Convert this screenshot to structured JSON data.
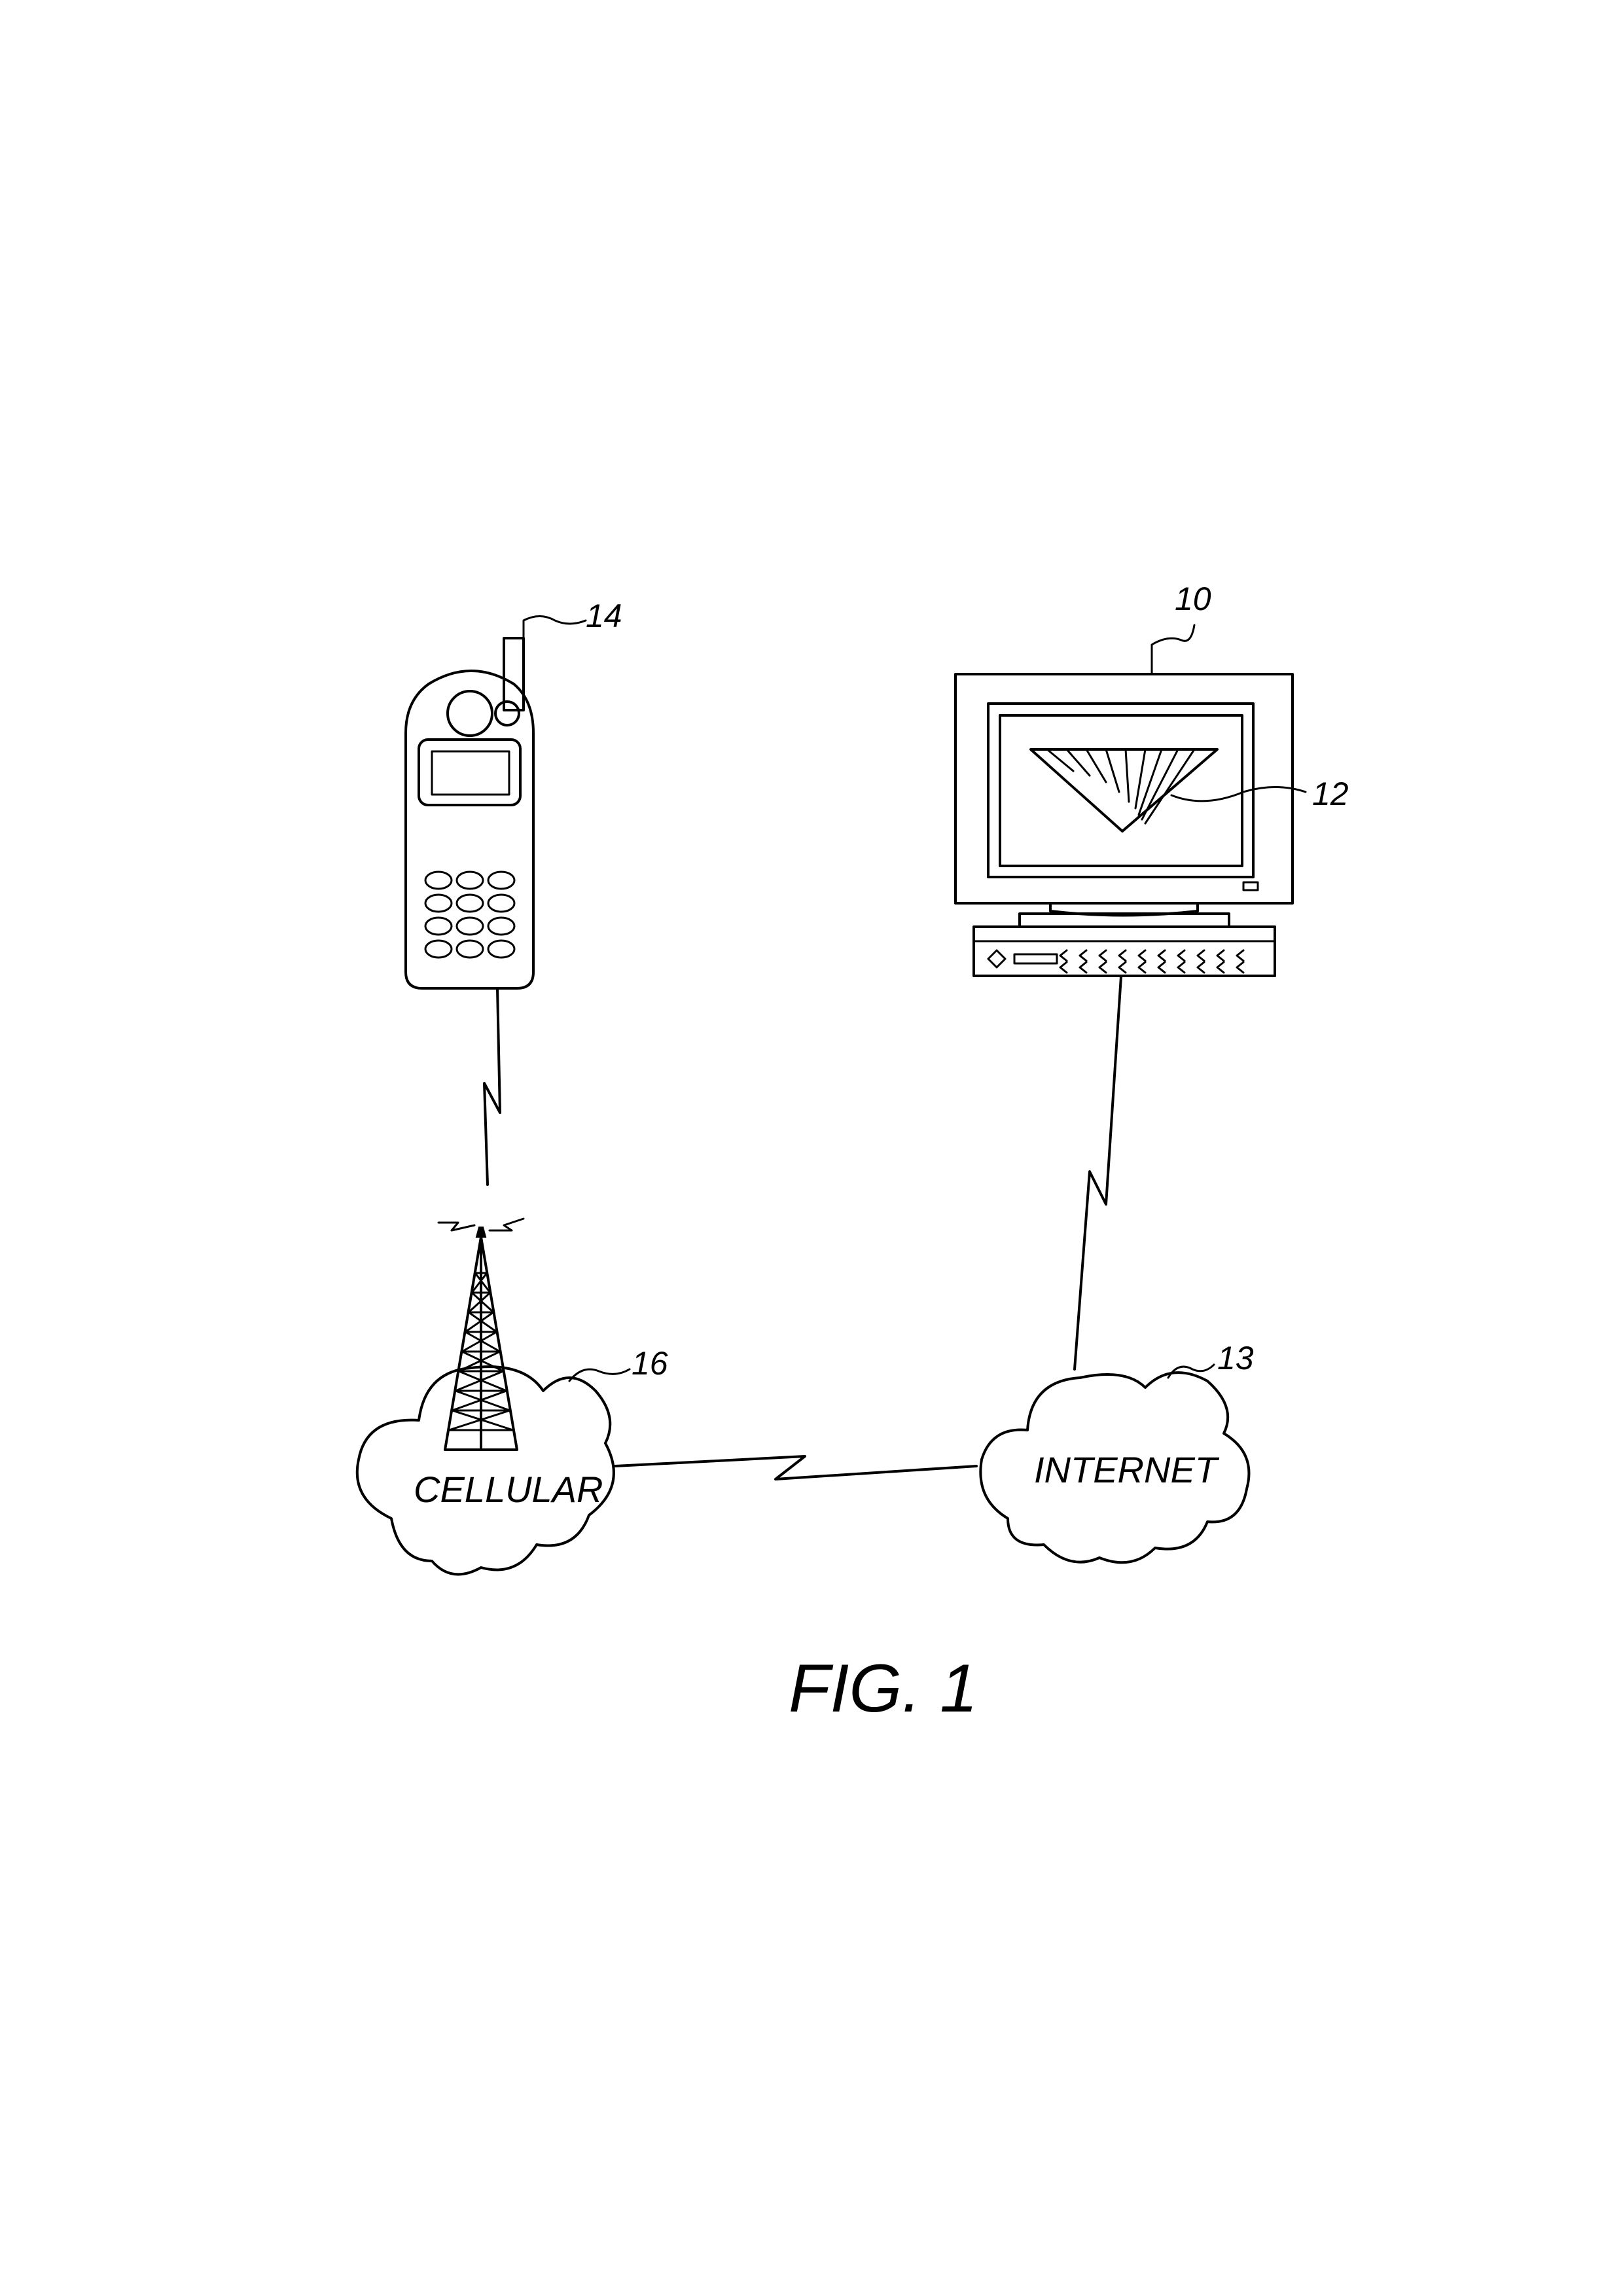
{
  "figure_caption": "FIG. 1",
  "reference_numerals": {
    "computer": "10",
    "screen_image": "12",
    "internet_cloud": "13",
    "phone": "14",
    "cellular_cloud": "16"
  },
  "cloud_labels": {
    "cellular": "CELLULAR",
    "internet": "INTERNET"
  }
}
